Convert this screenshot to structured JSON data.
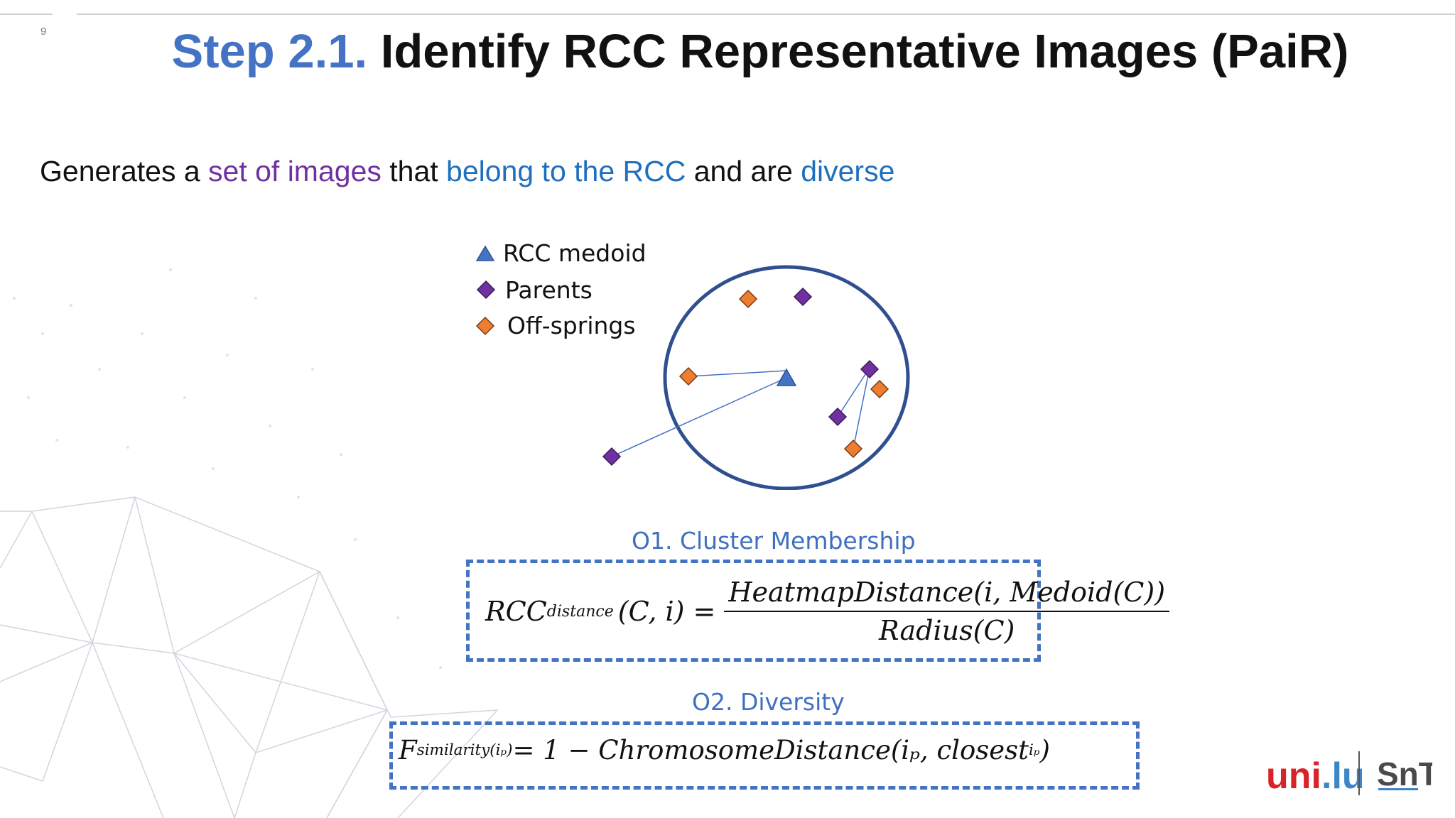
{
  "slide": {
    "number": "9",
    "title_step": "Step 2.1.",
    "title_rest": "Identify RCC Representative Images (PaiR)"
  },
  "subtitle": {
    "part1": "Generates a ",
    "part2": "set of images",
    "part3": " that ",
    "part4": "belong to the RCC",
    "part5": " and are ",
    "part6": "diverse"
  },
  "legend": {
    "medoid": "RCC medoid",
    "parents": "Parents",
    "offsprings": "Off-springs"
  },
  "objective1": {
    "title": "O1. Cluster Membership",
    "lhs": "RCC",
    "lhs_sub": "distance",
    "lhs_args": "(C, i) =",
    "numerator": "HeatmapDistance(i, Medoid(C))",
    "denominator": "Radius(C)"
  },
  "objective2": {
    "title": "O2. Diversity",
    "lhs": "F",
    "lhs_sub": "similarity(iₚ)",
    "rhs": " = 1 − ChromosomeDistance(iₚ, closest",
    "rhs_sub": "iₚ",
    "rhs_end": ")"
  },
  "logo": {
    "uni": "uni",
    "lu": ".lu",
    "snt": "SnT"
  },
  "colors": {
    "accent_blue": "#4472c4",
    "purple": "#7030a0",
    "orange": "#ed7d31",
    "circle": "#2f4f8f"
  }
}
